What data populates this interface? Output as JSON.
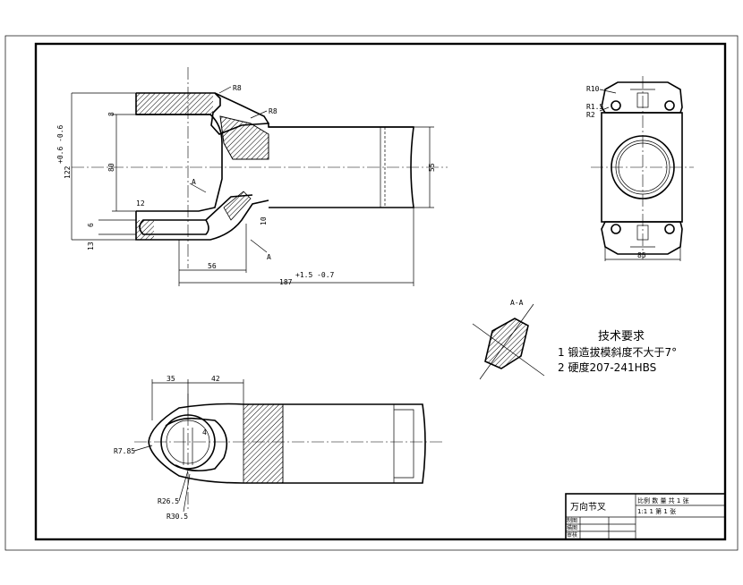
{
  "drawing": {
    "dims": {
      "r28": "R8",
      "r28b": "R8",
      "h8": "8",
      "h80": "80",
      "h122": "122",
      "tol122": "+0.6 -0.6",
      "h6": "6",
      "h12": "12",
      "h13": "13",
      "h10": "10",
      "w56": "56",
      "len187": "187",
      "tol187": "+1.5 -0.7",
      "d55": "55",
      "secA": "A",
      "secA2": "A",
      "r10": "R10",
      "r15": "R1.5",
      "r2": "R2",
      "w85": "85",
      "aa": "A-A",
      "w35": "35",
      "w42": "42",
      "r785": "R7.85",
      "d4": "4",
      "r265": "R26.5",
      "r305": "R30.5"
    },
    "notes": {
      "title": "技术要求",
      "item1": "1  锻造拔模斜度不大于7°",
      "item2": "2  硬度207-241HBS"
    },
    "titleblock": {
      "name": "万向节叉",
      "scale": "1:1",
      "row1": "比例 数 量 共 1 张",
      "row2": "1:1  1  第 1 张",
      "cell1": "制图",
      "cell2": "描图",
      "cell3": "审核"
    }
  }
}
